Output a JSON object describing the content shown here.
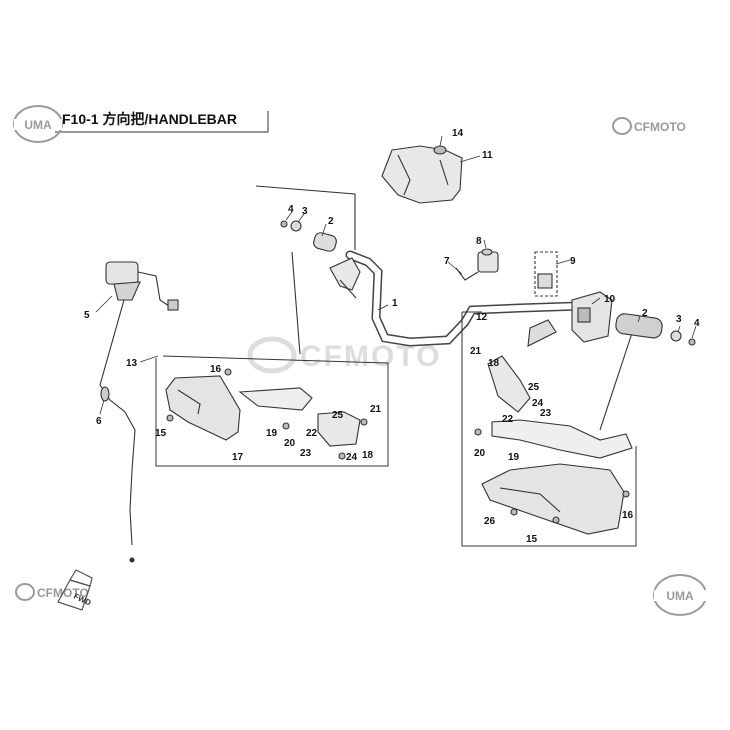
{
  "header": {
    "title": "F10-1 方向把/HANDLEBAR"
  },
  "logos": {
    "uma_top_left": "UMA",
    "uma_bottom_right": "UMA",
    "cfmoto_top_right": "CFMOTO",
    "cfmoto_bottom_left": "CFMOTO",
    "cfmoto_watermark": "CFMOTO",
    "fwd_arrow": "FWD"
  },
  "colors": {
    "line": "#333333",
    "watermark": "#c8c8c8",
    "logo_grey": "#9a9a9a"
  },
  "callouts": {
    "c1": "1",
    "c2a": "2",
    "c2b": "2",
    "c3a": "3",
    "c3b": "3",
    "c4a": "4",
    "c4b": "4",
    "c5": "5",
    "c6": "6",
    "c7": "7",
    "c8": "8",
    "c9": "9",
    "c10": "10",
    "c11": "11",
    "c12": "12",
    "c13": "13",
    "c14": "14",
    "c15a": "15",
    "c15b": "15",
    "c16a": "16",
    "c16b": "16",
    "c17": "17",
    "c18a": "18",
    "c18b": "18",
    "c19a": "19",
    "c19b": "19",
    "c20a": "20",
    "c20b": "20",
    "c21a": "21",
    "c21b": "21",
    "c22a": "22",
    "c22b": "22",
    "c23a": "23",
    "c23b": "23",
    "c24a": "24",
    "c24b": "24",
    "c25a": "25",
    "c25b": "25",
    "c26": "26"
  }
}
